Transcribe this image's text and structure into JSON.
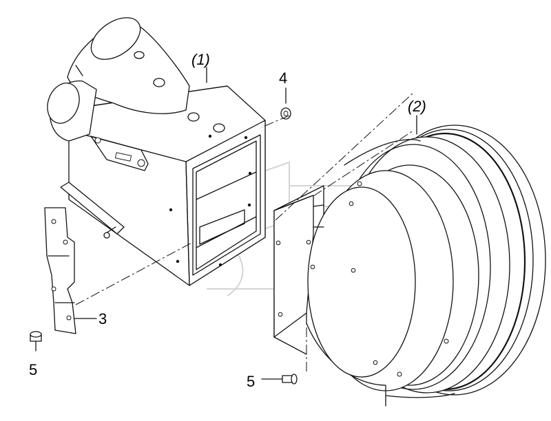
{
  "labels": {
    "part_1": "(1)",
    "part_2": "(2)",
    "part_3": "3",
    "part_4": "4",
    "part_5_left": "5",
    "part_5_bottom": "5"
  },
  "colors": {
    "line": "#111111",
    "watermark": "#d4d4d4",
    "background": "#ffffff"
  },
  "icons": {
    "watermark": "watermark-logo"
  }
}
